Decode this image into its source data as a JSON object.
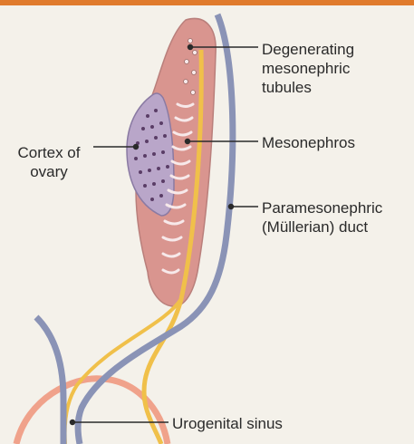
{
  "colors": {
    "top_bar": "#e07b2d",
    "background": "#f4f1ea",
    "mesonephros_fill": "#d9958f",
    "cortex_fill": "#b9a6c9",
    "tubule": "#f7e9ea",
    "paramesonephric_duct": "#8a93b6",
    "mesonephric_duct": "#f0c04a",
    "urogenital_sinus": "#f0a28b"
  },
  "labels": {
    "degenerating_tubules": "Degenerating\nmesonephric\ntubules",
    "mesonephros": "Mesonephros",
    "cortex_of_ovary": "Cortex of\novary",
    "paramesonephric_duct": "Paramesonephric\n(Müllerian) duct",
    "urogenital_sinus": "Urogenital sinus"
  }
}
